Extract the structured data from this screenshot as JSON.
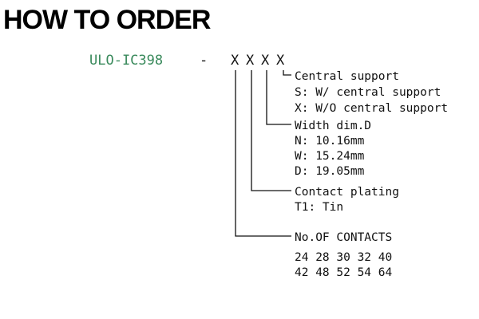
{
  "title": "HOW TO ORDER",
  "part_number": {
    "prefix": "ULO-IC398",
    "separator": "-",
    "placeholders": [
      "X",
      "X",
      "X",
      "X"
    ],
    "prefix_color": "#3a8a5c"
  },
  "options": [
    {
      "heading": "Central support",
      "choices": [
        "S: W/ central support",
        "X: W/O central support"
      ]
    },
    {
      "heading": "Width dim.D",
      "choices": [
        "N: 10.16mm",
        "W: 15.24mm",
        "D: 19.05mm"
      ]
    },
    {
      "heading": "Contact plating",
      "choices": [
        "T1: Tin"
      ]
    },
    {
      "heading": "No.OF CONTACTS",
      "choices": [
        "24 28 30 32 40",
        "42 48 52 54 64"
      ]
    }
  ]
}
